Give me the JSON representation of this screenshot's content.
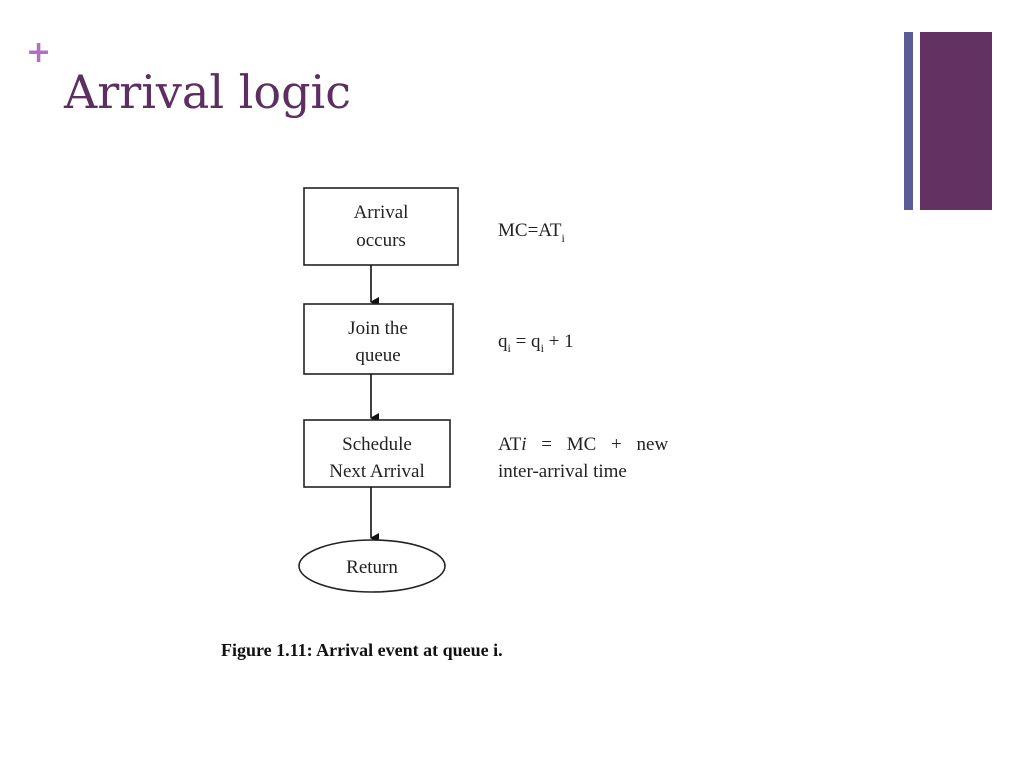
{
  "slide": {
    "bullet": "+",
    "title": "Arrival logic",
    "accent_colors": {
      "plus": "#b06fc0",
      "title": "#5d2e62",
      "thin_bar": "#5c5c94",
      "thick_bar": "#633262"
    }
  },
  "diagram": {
    "steps": [
      {
        "line1": "Arrival",
        "line2": "occurs"
      },
      {
        "line1": "Join the",
        "line2": "queue"
      },
      {
        "line1": "Schedule",
        "line2": "Next Arrival"
      }
    ],
    "terminal": "Return",
    "notes": {
      "step1": {
        "main": "MC=AT",
        "sub": "i"
      },
      "step2": {
        "q1": "q",
        "s1": "i",
        "mid": " = q",
        "s2": "i",
        "tail": " + 1"
      },
      "step3": {
        "at": "AT",
        "italic": "i",
        "rest": " = MC + new",
        "line2": "inter-arrival time"
      }
    }
  },
  "caption": "Figure 1.11: Arrival event at queue i."
}
